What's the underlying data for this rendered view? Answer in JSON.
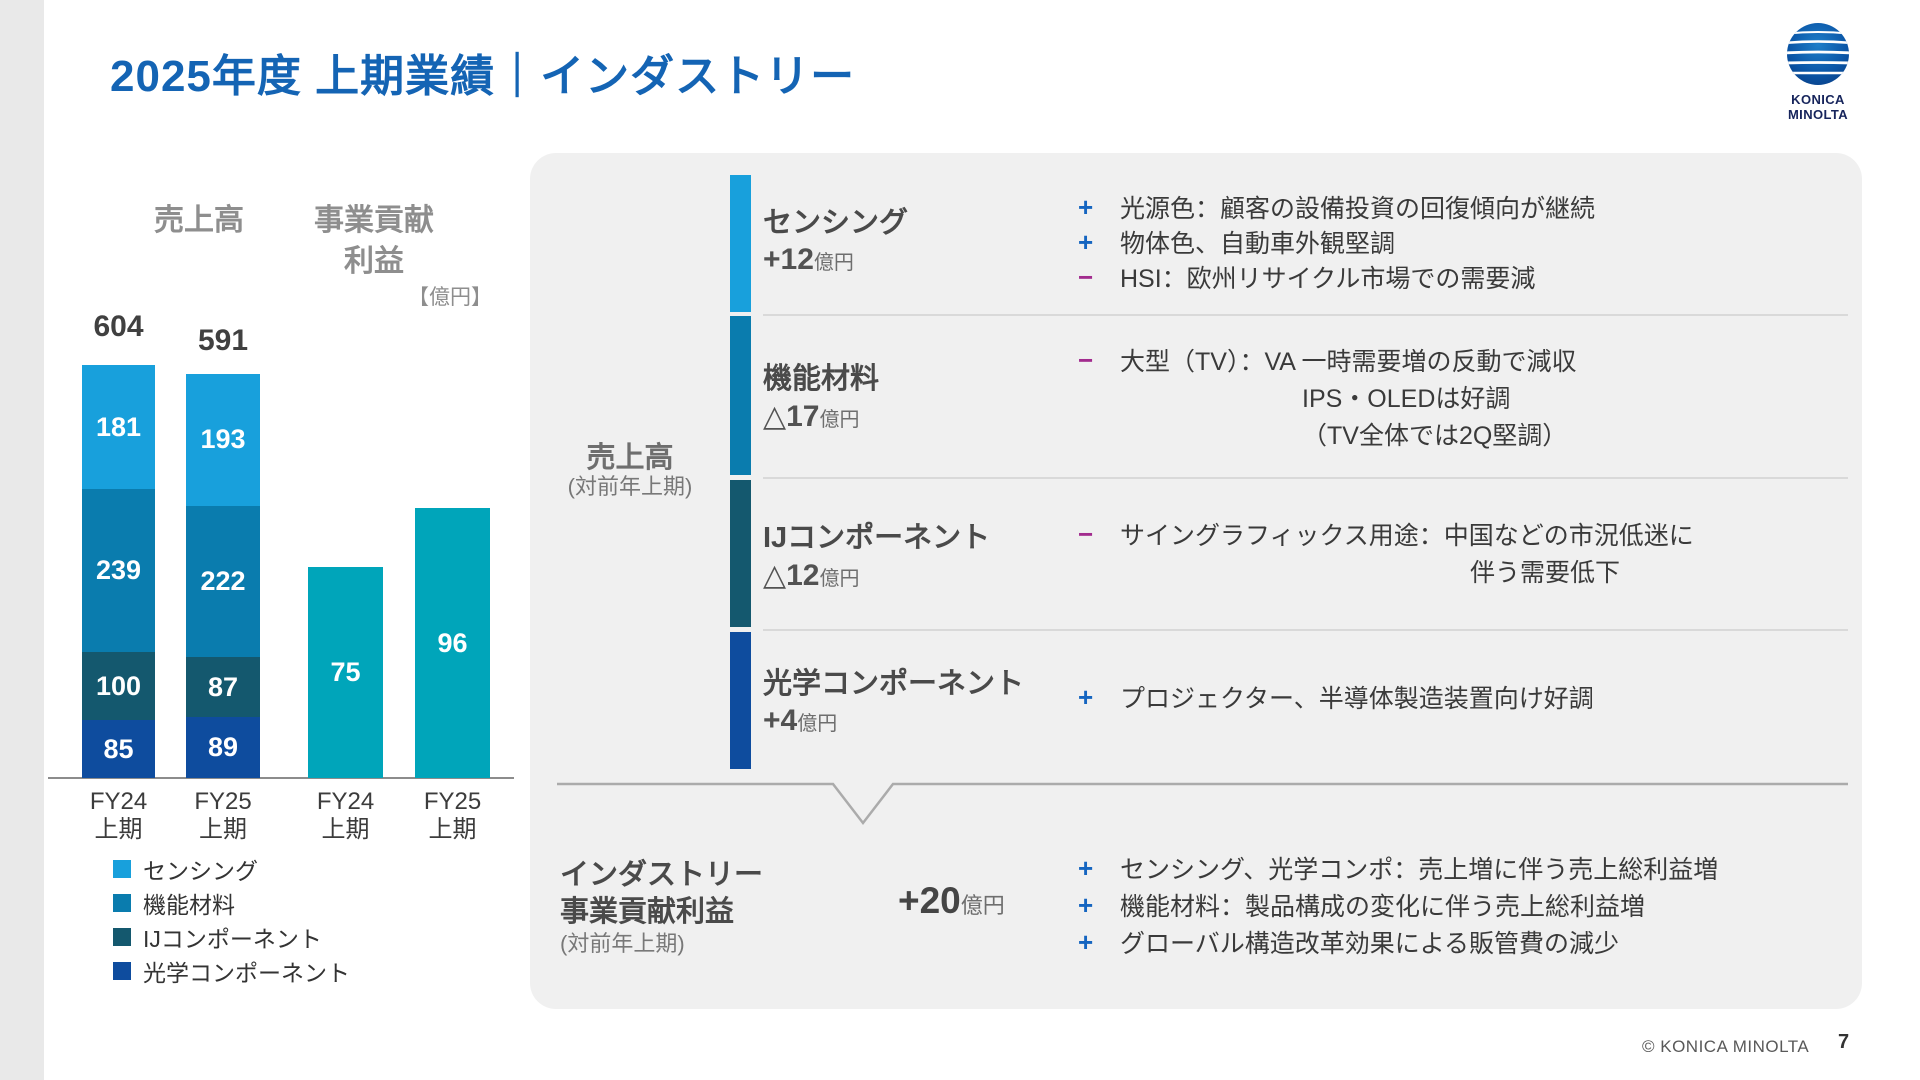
{
  "slide": {
    "title": "2025年度 上期業績｜インダストリー",
    "page_number": "7",
    "copyright": "© KONICA MINOLTA",
    "logo_text": "KONICA MINOLTA"
  },
  "chart_data": {
    "type": "bar",
    "subtype": "stacked revenue bars + simple profit bars",
    "unit_label": "【億円】",
    "headers": {
      "revenue": "売上高",
      "profit_line1": "事業貢献",
      "profit_line2": "利益"
    },
    "x_labels": [
      [
        "FY24",
        "上期"
      ],
      [
        "FY25",
        "上期"
      ],
      [
        "FY24",
        "上期"
      ],
      [
        "FY25",
        "上期"
      ]
    ],
    "revenue_totals": [
      604,
      591
    ],
    "stacked_series": [
      {
        "name": "センシング",
        "color": "#18A0DC",
        "values": [
          181,
          193
        ]
      },
      {
        "name": "機能材料",
        "color": "#0A7CAE",
        "values": [
          239,
          222
        ]
      },
      {
        "name": "IJコンポーネント",
        "color": "#14586E",
        "values": [
          100,
          87
        ]
      },
      {
        "name": "光学コンポーネント",
        "color": "#0E4C9E",
        "values": [
          85,
          89
        ]
      }
    ],
    "profit_series": {
      "name": "事業貢献利益",
      "color": "#00A5BA",
      "values": [
        75,
        96
      ]
    },
    "legend_position": "bottom-left",
    "grid": "off",
    "ylim": [
      0,
      650
    ]
  },
  "panel": {
    "revenue_label": {
      "title": "売上高",
      "subtitle": "(対前年上期)"
    },
    "sections": [
      {
        "name": "センシング",
        "delta": "+12",
        "unit": "億円",
        "color": "#18A0DC",
        "bullets": [
          {
            "sign": "+",
            "lines": [
              "光源色：顧客の設備投資の回復傾向が継続"
            ]
          },
          {
            "sign": "+",
            "lines": [
              "物体色、自動車外観堅調"
            ]
          },
          {
            "sign": "−",
            "lines": [
              "HSI：欧州リサイクル市場での需要減"
            ]
          }
        ]
      },
      {
        "name": "機能材料",
        "delta": "△17",
        "unit": "億円",
        "color": "#0A7CAE",
        "bullets": [
          {
            "sign": "−",
            "lines": [
              "大型（TV）：VA 一時需要増の反動で減収",
              "IPS・OLEDは好調",
              "（TV全体では2Q堅調）"
            ]
          }
        ]
      },
      {
        "name": "IJコンポーネント",
        "delta": "△12",
        "unit": "億円",
        "color": "#14586E",
        "bullets": [
          {
            "sign": "−",
            "lines": [
              "サイングラフィックス用途：中国などの市況低迷に",
              "伴う需要低下"
            ]
          }
        ]
      },
      {
        "name": "光学コンポーネント",
        "delta": "+4",
        "unit": "億円",
        "color": "#0E4C9E",
        "bullets": [
          {
            "sign": "+",
            "lines": [
              "プロジェクター、半導体製造装置向け好調"
            ]
          }
        ]
      }
    ],
    "bottom": {
      "title_line1": "インダストリー",
      "title_line2": "事業貢献利益",
      "subtitle": "(対前年上期)",
      "delta": "+20",
      "unit": "億円",
      "bullets": [
        {
          "sign": "+",
          "lines": [
            "センシング、光学コンポ：売上増に伴う売上総利益増"
          ]
        },
        {
          "sign": "+",
          "lines": [
            "機能材料：製品構成の変化に伴う売上総利益増"
          ]
        },
        {
          "sign": "+",
          "lines": [
            "グローバル構造改革効果による販管費の減少"
          ]
        }
      ]
    }
  },
  "colors": {
    "title_blue": "#1464B4",
    "plus_sign": "#1565C0",
    "minus_sign": "#A22B8E",
    "panel_bg": "#F0F0F0",
    "left_strip": "#E9E9E9",
    "axis": "#8C8C8C"
  }
}
